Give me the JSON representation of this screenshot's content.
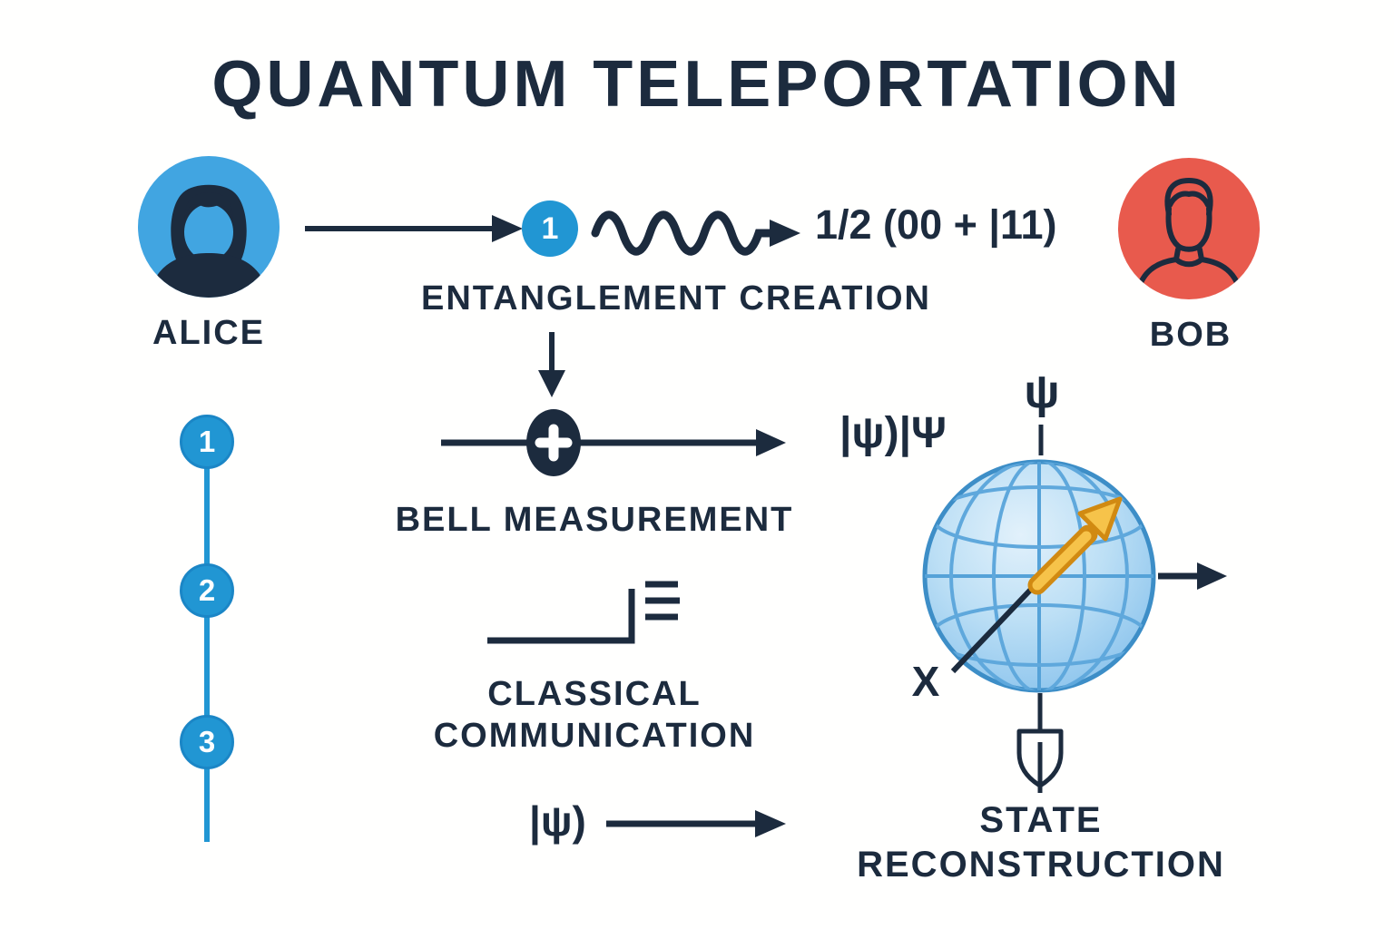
{
  "title": "QUANTUM TELEPORTATION",
  "actors": {
    "alice": {
      "label": "ALICE"
    },
    "bob": {
      "label": "BOB"
    }
  },
  "stages": {
    "entanglement_creation": {
      "step_badge": "1",
      "formula": "1/2 (00 + |11)",
      "label": "ENTANGLEMENT CREATION"
    },
    "bell_measurement": {
      "label": "BELL MEASUREMENT",
      "output_state": "|ψ)|Ψ"
    },
    "classical_communication": {
      "label_line1": "CLASSICAL",
      "label_line2": "COMMUNICATION"
    },
    "state_reconstruction": {
      "label_line1": "STATE",
      "label_line2": "RECONSTRUCTION",
      "input_state": "|ψ)"
    }
  },
  "timeline": {
    "steps": [
      "1",
      "2",
      "3"
    ]
  },
  "bloch_sphere": {
    "top_axis_label": "ψ",
    "left_axis_label": "X"
  },
  "colors": {
    "ink_navy": "#1c2b3e",
    "badge_blue": "#2196d3",
    "alice_blue": "#41a5e1",
    "bob_red": "#e85a4d",
    "sphere_fill_light": "#dceffb",
    "sphere_fill": "#8ec6ec",
    "sphere_grid_blue": "#5fa8dc",
    "sphere_edge_blue": "#3d8ec7",
    "arrow_gold": "#f6c34a",
    "arrow_gold_dark": "#d18a12",
    "background": "#fffffe"
  }
}
